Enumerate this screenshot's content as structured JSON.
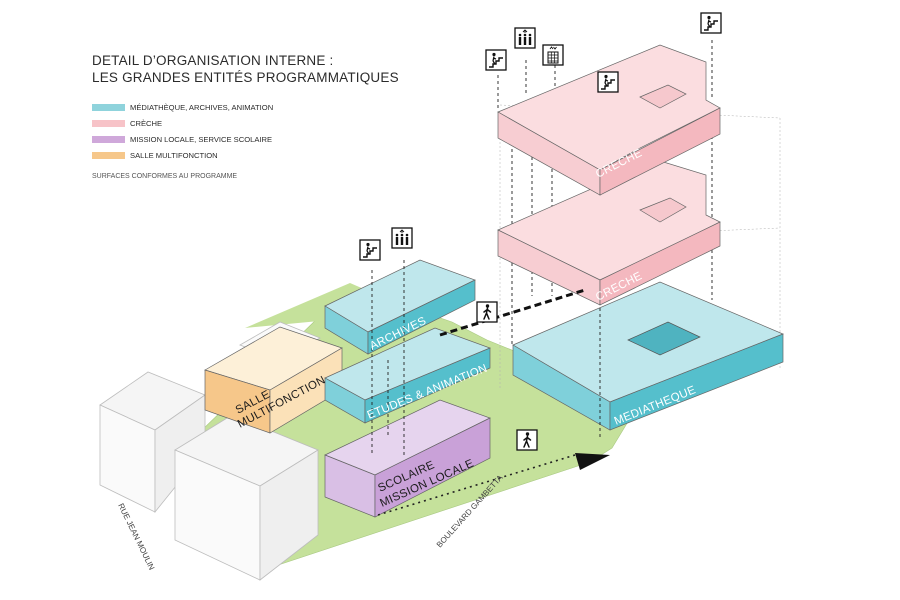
{
  "legend": {
    "title_line1": "DETAIL D’ORGANISATION INTERNE :",
    "title_line2": "LES GRANDES ENTITÉS PROGRAMMATIQUES",
    "items": [
      {
        "label": "MÉDIATHÈQUE, ARCHIVES, ANIMATION",
        "color": "#62c4cf"
      },
      {
        "label": "CRÈCHE",
        "color": "#f7c3c8"
      },
      {
        "label": "MISSION LOCALE, SERVICE SCOLAIRE",
        "color": "#cfa8da"
      },
      {
        "label": "SALLE MULTIFONCTION",
        "color": "#f6c78a"
      }
    ],
    "note": "SURFACES CONFORMES AU PROGRAMME"
  },
  "blocks": {
    "creche_top": "CRECHE",
    "creche_mid": "CRECHE",
    "mediatheque": "MEDIATHEQUE",
    "archives": "ARCHIVES",
    "etudes": "ETUDES & ANIMATION",
    "scolaire_line1": "SCOLAIRE",
    "scolaire_line2": "MISSION LOCALE",
    "salle_line1": "SALLE",
    "salle_line2": "MULTIFONCTION"
  },
  "streets": {
    "jean_moulin": "RUE JEAN MOULIN",
    "gambetta": "BOULEVARD GAMBETTA"
  },
  "icons": [
    "stairs-icon",
    "elevator-icon",
    "pedestrian-icon",
    "entrance-arrow-icon"
  ],
  "colors": {
    "ground": "#c5e19b",
    "blue_top": "#bfe7ec",
    "blue_side": "#55bfcc",
    "pink_top": "#fbdde0",
    "pink_side": "#f4b8bf",
    "purple_top": "#e6d4ee",
    "purple_side": "#c9a1d8",
    "orange_top": "#fdf0d8",
    "orange_side": "#f6c78a"
  }
}
